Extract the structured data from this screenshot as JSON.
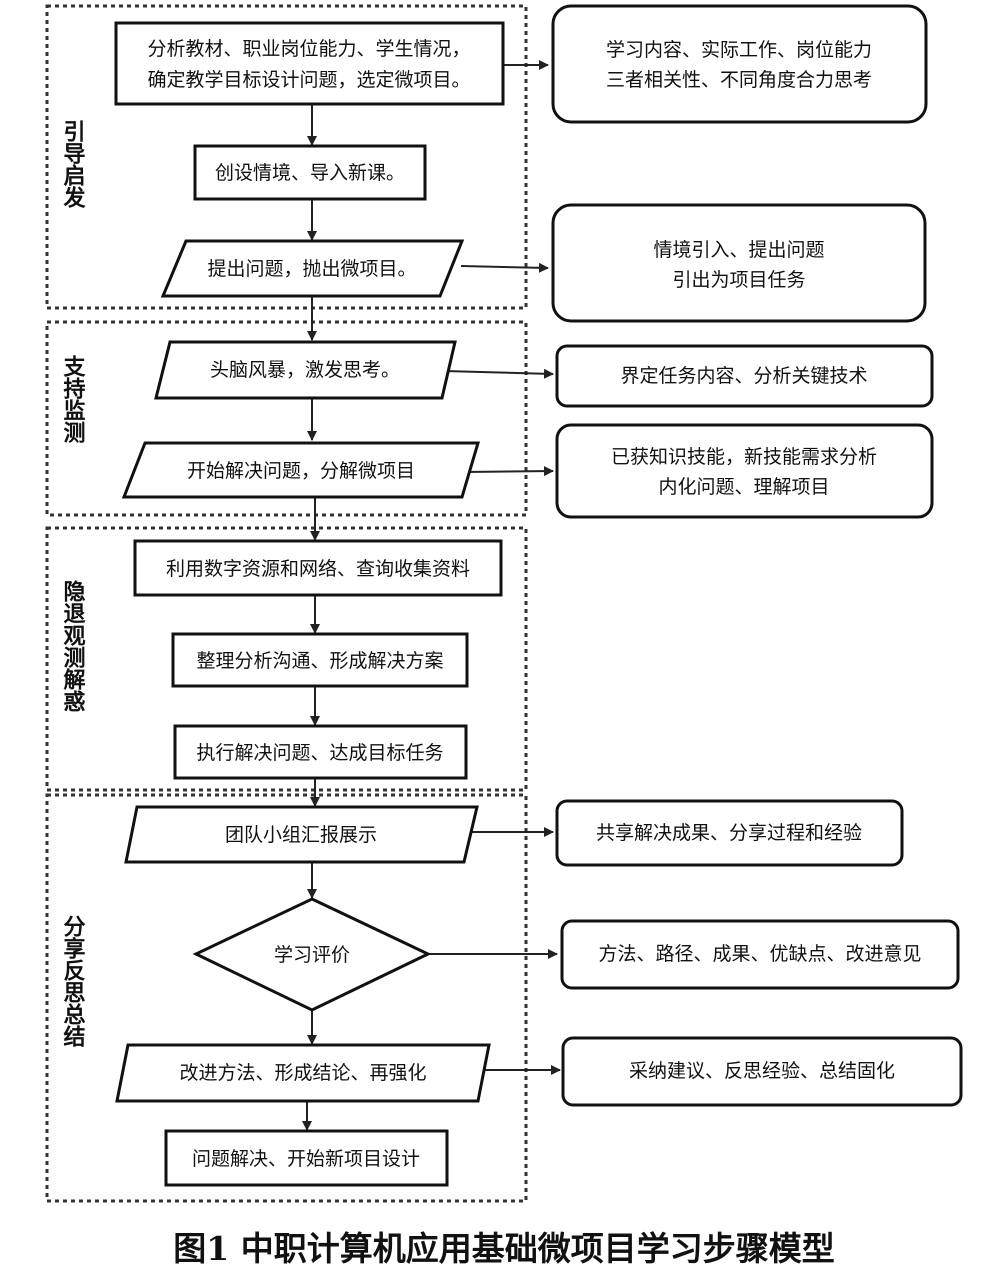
{
  "stages": [
    {
      "label": "引导启发"
    },
    {
      "label": "支持监测"
    },
    {
      "label": "隐退观测解惑"
    },
    {
      "label": "分享反思总结"
    }
  ],
  "steps": [
    {
      "line1": "分析教材、职业岗位能力、学生情况，",
      "line2": "确定教学目标设计问题，选定微项目。"
    },
    {
      "text": "创设情境、导入新课。"
    },
    {
      "text": "提出问题，抛出微项目。"
    },
    {
      "text": "头脑风暴，激发思考。"
    },
    {
      "text": "开始解决问题，分解微项目"
    },
    {
      "text": "利用数字资源和网络、查询收集资料"
    },
    {
      "text": "整理分析沟通、形成解决方案"
    },
    {
      "text": "执行解决问题、达成目标任务"
    },
    {
      "text": "团队小组汇报展示"
    },
    {
      "text": "学习评价"
    },
    {
      "text": "改进方法、形成结论、再强化"
    },
    {
      "text": "问题解决、开始新项目设计"
    }
  ],
  "notes": [
    {
      "line1": "学习内容、实际工作、岗位能力",
      "line2": "三者相关性、不同角度合力思考"
    },
    {
      "line1": "情境引入、提出问题",
      "line2": "引出为项目任务"
    },
    {
      "text": "界定任务内容、分析关键技术"
    },
    {
      "line1": "已获知识技能，新技能需求分析",
      "line2": "内化问题、理解项目"
    },
    {
      "text": "共享解决成果、分享过程和经验"
    },
    {
      "text": "方法、路径、成果、优缺点、改进意见"
    },
    {
      "text": "采纳建议、反思经验、总结固化"
    }
  ],
  "caption": "图1  中职计算机应用基础微项目学习步骤模型"
}
